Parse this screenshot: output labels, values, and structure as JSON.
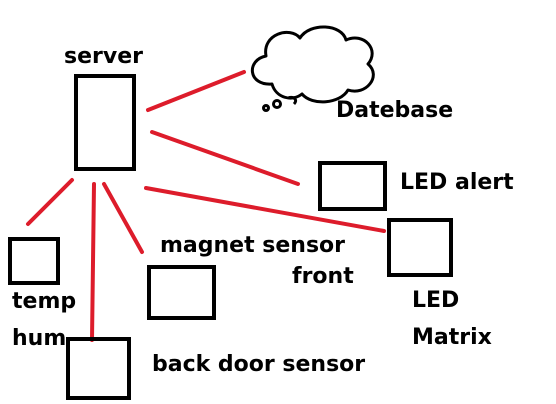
{
  "nodes": {
    "server": {
      "label": "server"
    },
    "database": {
      "label": "Datebase"
    },
    "led_alert": {
      "label": "LED alert"
    },
    "led_matrix": {
      "label_line1": "LED",
      "label_line2": "Matrix"
    },
    "magnet_sensor": {
      "label_line1": "magnet sensor",
      "label_line2": "front"
    },
    "temp_hum": {
      "label_line1": "temp",
      "label_line2": "hum"
    },
    "back_door_sensor": {
      "label": "back door sensor"
    }
  },
  "colors": {
    "connector": "#dd1c2b",
    "box_stroke": "#000000",
    "text": "#000000",
    "background": "#ffffff"
  }
}
